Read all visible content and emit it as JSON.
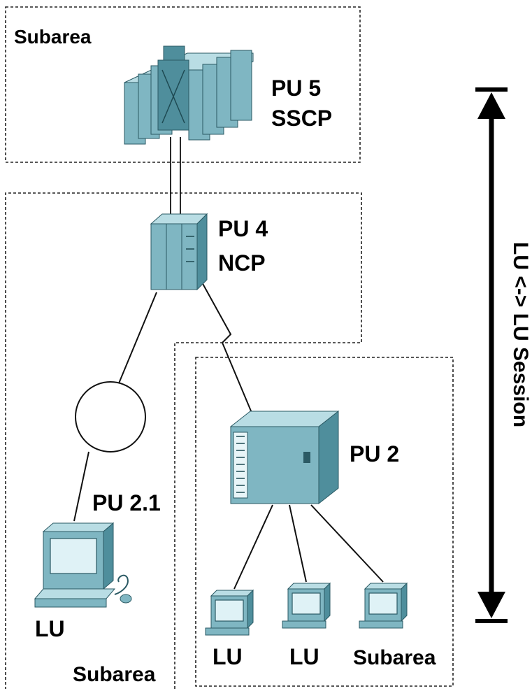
{
  "labels": {
    "top_subarea": "Subarea",
    "pu5_line1": "PU 5",
    "pu5_line2": "SSCP",
    "pu4_line1": "PU 4",
    "pu4_line2": "NCP",
    "pu2": "PU 2",
    "pu21": "PU 2.1",
    "lu_left": "LU",
    "bottom_subarea": "Subarea",
    "lu_mid1": "LU",
    "lu_mid2": "LU",
    "subarea_right": "Subarea",
    "session": "LU <-> LU Session"
  },
  "colors": {
    "device_dark": "#4f8e9c",
    "device_mid": "#7fb6c2",
    "device_light": "#b9dde4",
    "outline": "#222222"
  },
  "icons": {
    "mainframe": "mainframe-icon",
    "front_end_processor": "fep-icon",
    "cluster_controller": "cluster-controller-icon",
    "token_ring": "token-ring-icon",
    "workstation": "workstation-icon",
    "terminal": "terminal-icon",
    "session_arrow": "double-arrow-icon"
  }
}
